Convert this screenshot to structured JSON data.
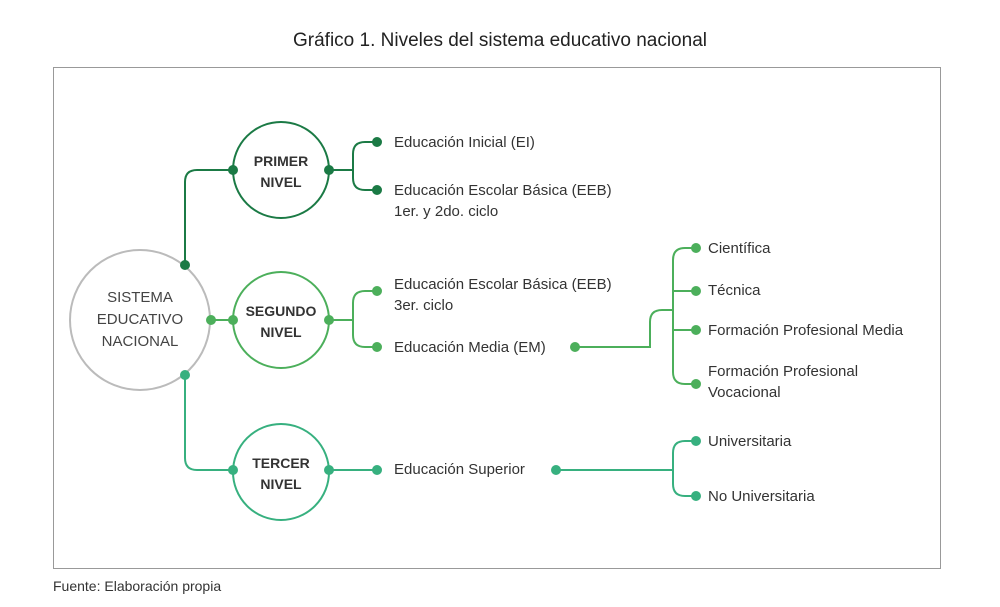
{
  "title": "Gráfico 1. Niveles del sistema educativo nacional",
  "source": "Fuente: Elaboración propia",
  "colors": {
    "primer": "#1b7a45",
    "segundo": "#4caf5b",
    "tercer": "#37b07f",
    "center": "#bbbbbb"
  },
  "center": {
    "lines": [
      "SISTEMA",
      "EDUCATIVO",
      "NACIONAL"
    ]
  },
  "levels": [
    {
      "lines": [
        "PRIMER",
        "NIVEL"
      ],
      "items": [
        {
          "lines": [
            "Educación Inicial (EI)"
          ]
        },
        {
          "lines": [
            "Educación Escolar Básica (EEB)",
            "1er. y 2do. ciclo"
          ]
        }
      ]
    },
    {
      "lines": [
        "SEGUNDO",
        "NIVEL"
      ],
      "items": [
        {
          "lines": [
            "Educación Escolar Básica (EEB)",
            "3er. ciclo"
          ]
        },
        {
          "lines": [
            "Educación Media (EM)"
          ],
          "subitems": [
            [
              "Científica"
            ],
            [
              "Técnica"
            ],
            [
              "Formación Profesional Media"
            ],
            [
              "Formación Profesional",
              "Vocacional"
            ]
          ]
        }
      ]
    },
    {
      "lines": [
        "TERCER",
        "NIVEL"
      ],
      "items": [
        {
          "lines": [
            "Educación Superior"
          ],
          "subitems": [
            [
              "Universitaria"
            ],
            [
              "No Universitaria"
            ]
          ]
        }
      ]
    }
  ]
}
